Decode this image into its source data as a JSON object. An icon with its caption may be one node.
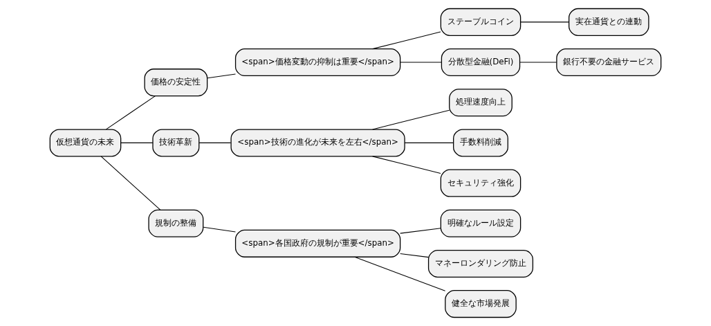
{
  "diagram": {
    "nodes": [
      {
        "text": [
          "仮想通貨の未来"
        ]
      },
      {
        "text": [
          "価格の安定性"
        ]
      },
      {
        "text": [
          "<span>価格変動の抑制は重要</span>"
        ]
      },
      {
        "text": [
          "ステーブルコイン"
        ]
      },
      {
        "text": [
          "実在通貨との連動"
        ]
      },
      {
        "text": [
          "分散型金融(DeFi)"
        ]
      },
      {
        "text": [
          "銀行不要の金融サービス"
        ]
      },
      {
        "text": [
          "技術革新"
        ]
      },
      {
        "text": [
          "<span>技術の進化が未来を左右</span>"
        ]
      },
      {
        "text": [
          "処理速度向上"
        ]
      },
      {
        "text": [
          "手数料削減"
        ]
      },
      {
        "text": [
          "セキュリティ強化"
        ]
      },
      {
        "text": [
          "規制の整備"
        ]
      },
      {
        "text": [
          "<span>各国政府の規制が重要</span>"
        ]
      },
      {
        "text": [
          "明確なルール設定"
        ]
      },
      {
        "text": [
          "マネーロンダリング防止"
        ]
      },
      {
        "text": [
          "健全な市場発展"
        ]
      }
    ],
    "edges": [
      {
        "from": 0,
        "to": 1,
        "arrow": "none"
      },
      {
        "from": 1,
        "to": 2,
        "arrow": "none"
      },
      {
        "from": 2,
        "to": 3,
        "arrow": "none"
      },
      {
        "from": 3,
        "to": 4,
        "arrow": "none"
      },
      {
        "from": 2,
        "to": 5,
        "arrow": "none"
      },
      {
        "from": 5,
        "to": 6,
        "arrow": "none"
      },
      {
        "from": 0,
        "to": 7,
        "arrow": "none"
      },
      {
        "from": 7,
        "to": 8,
        "arrow": "none"
      },
      {
        "from": 8,
        "to": 9,
        "arrow": "none"
      },
      {
        "from": 8,
        "to": 10,
        "arrow": "none"
      },
      {
        "from": 8,
        "to": 11,
        "arrow": "none"
      },
      {
        "from": 0,
        "to": 12,
        "arrow": "none"
      },
      {
        "from": 12,
        "to": 13,
        "arrow": "none"
      },
      {
        "from": 13,
        "to": 14,
        "arrow": "none"
      },
      {
        "from": 13,
        "to": 15,
        "arrow": "none"
      },
      {
        "from": 13,
        "to": 16,
        "arrow": "none"
      }
    ]
  }
}
